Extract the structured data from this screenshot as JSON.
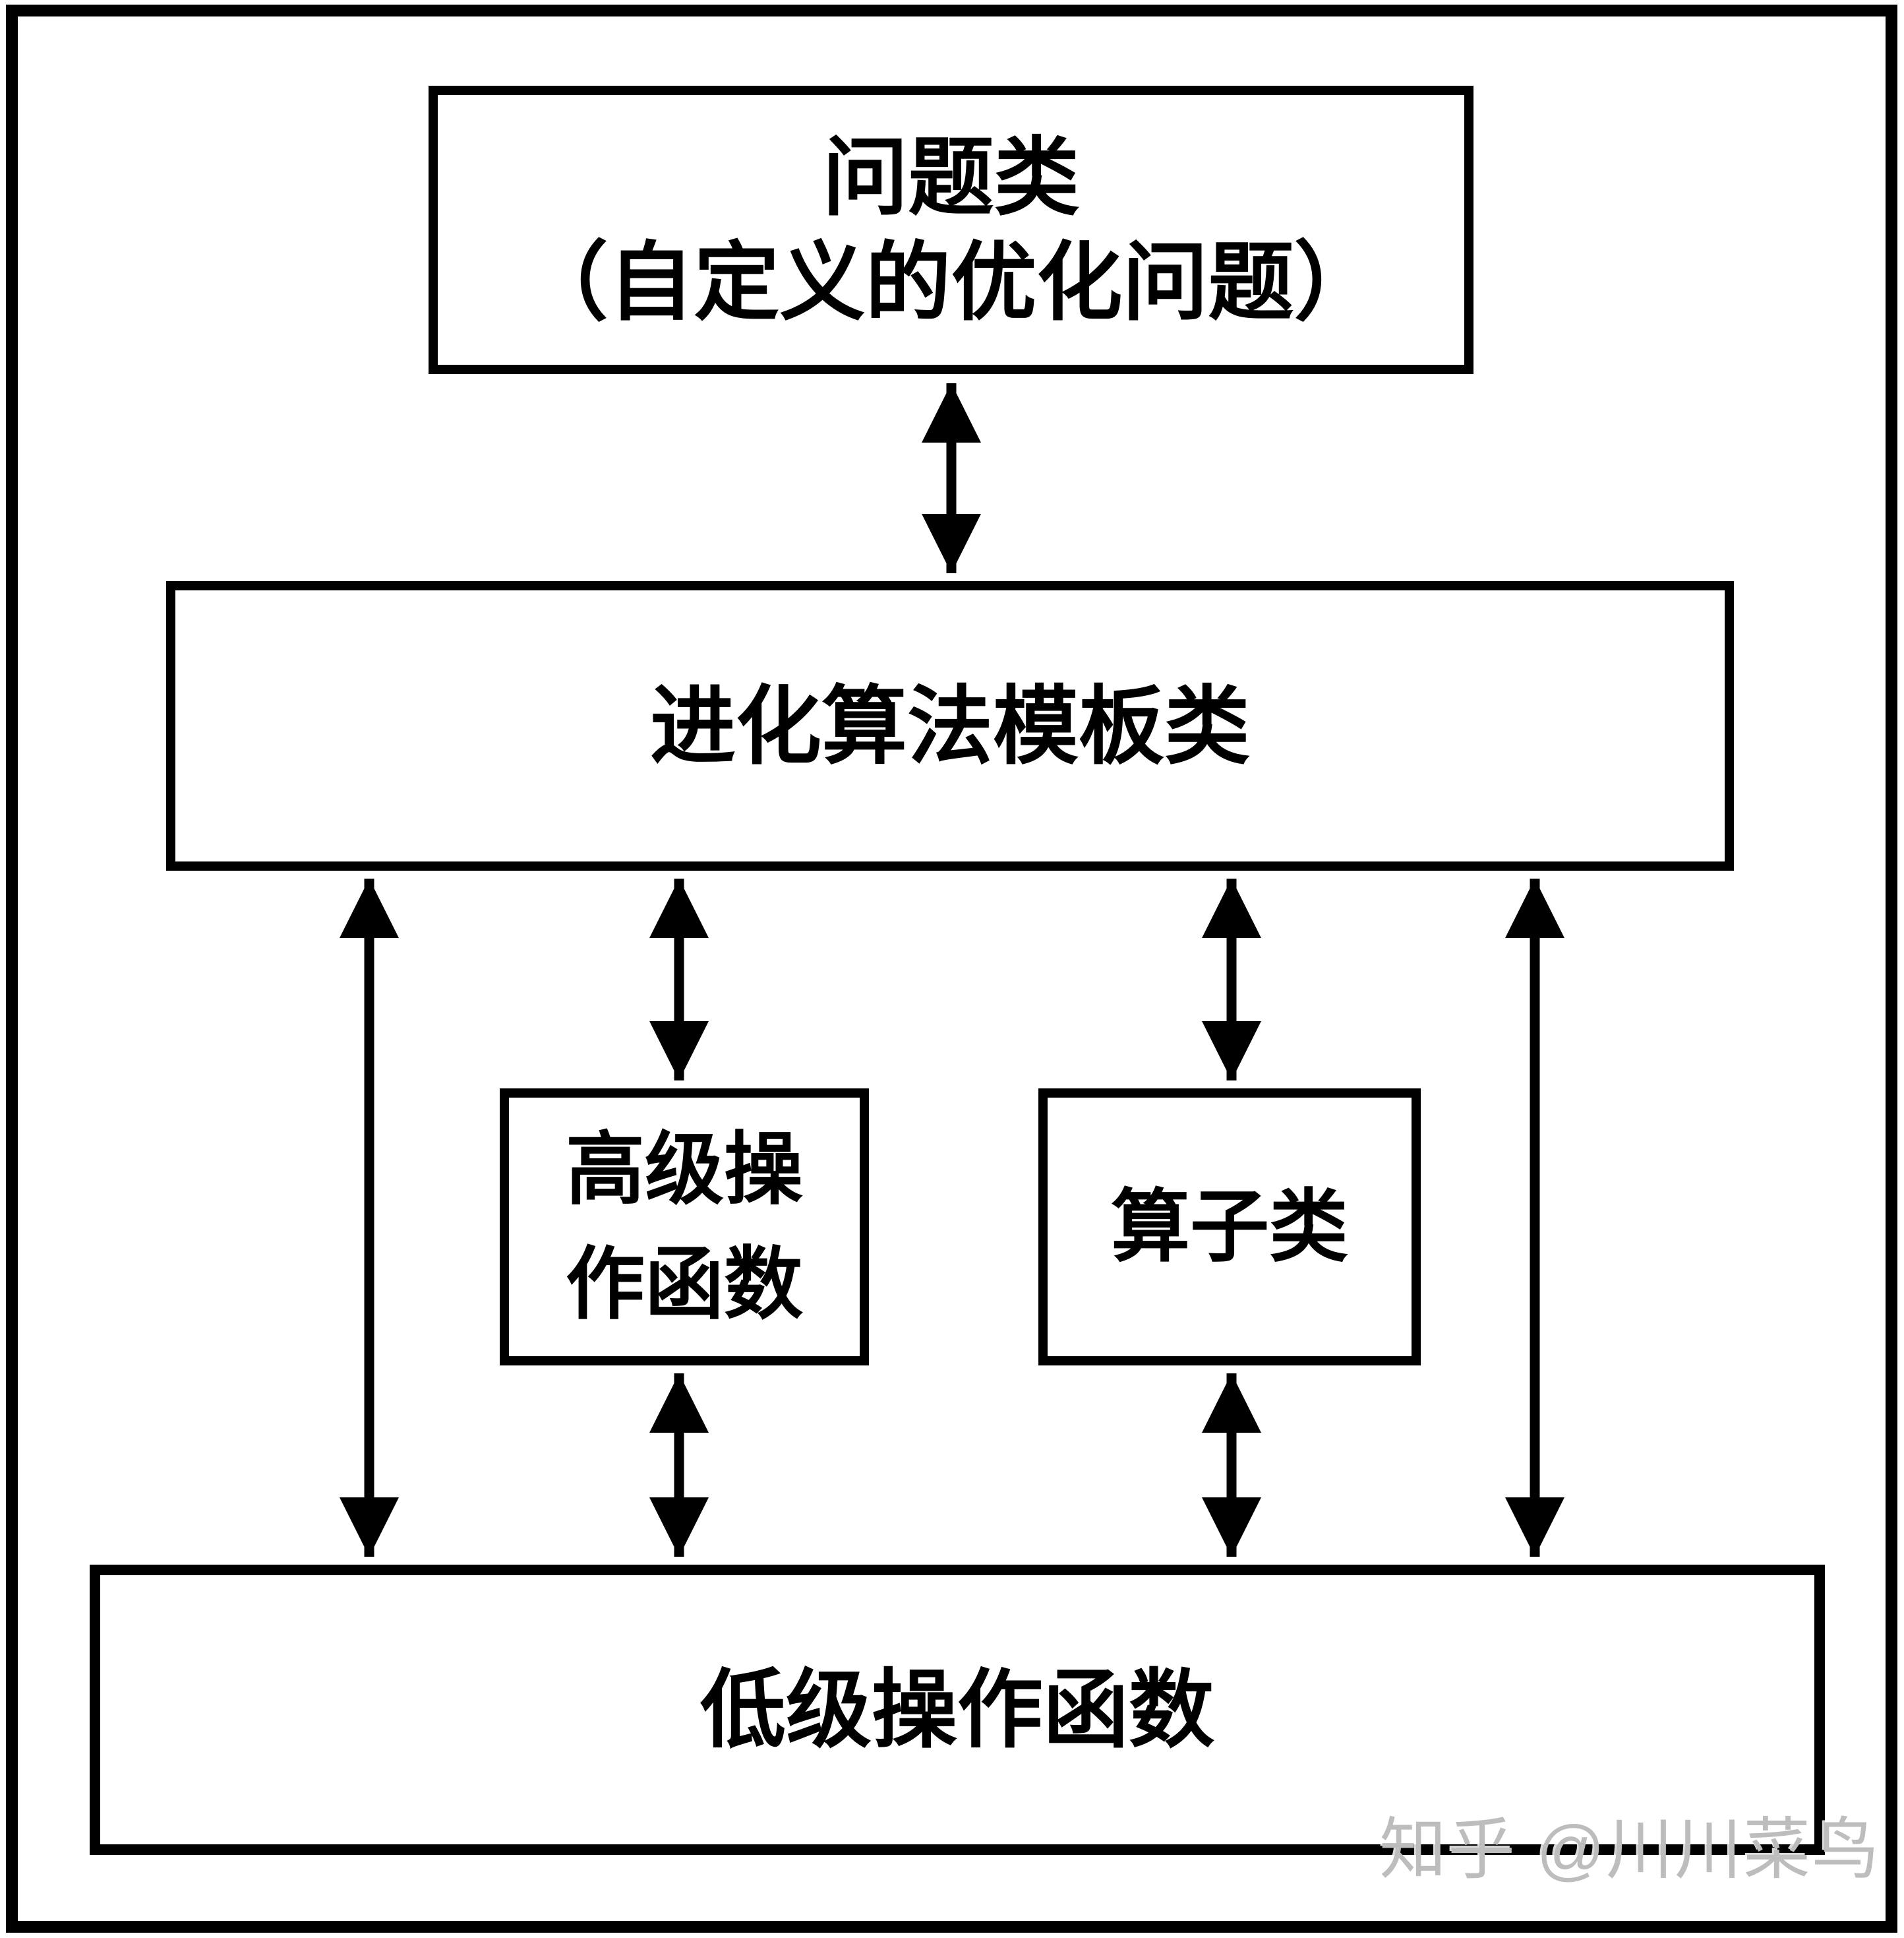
{
  "diagram": {
    "title_hint": "evolutionary-algorithm-library-architecture",
    "background_color": "#ffffff",
    "stroke_color": "#000000",
    "boxes": {
      "problem_class": {
        "lines": [
          "问题类",
          "（自定义的优化问题）"
        ]
      },
      "ea_template_class": {
        "label": "进化算法模板类"
      },
      "high_level_ops": {
        "lines": [
          "高级操",
          "作函数"
        ]
      },
      "operator_class": {
        "label": "算子类"
      },
      "low_level_ops": {
        "label": "低级操作函数"
      }
    },
    "arrows": [
      {
        "from": "problem_class",
        "to": "ea_template_class",
        "style": "double-headed"
      },
      {
        "from": "ea_template_class",
        "to": "low_level_ops",
        "style": "double-headed",
        "side": "far-left"
      },
      {
        "from": "ea_template_class",
        "to": "high_level_ops",
        "style": "double-headed"
      },
      {
        "from": "ea_template_class",
        "to": "operator_class",
        "style": "double-headed"
      },
      {
        "from": "ea_template_class",
        "to": "low_level_ops",
        "style": "double-headed",
        "side": "far-right"
      },
      {
        "from": "high_level_ops",
        "to": "low_level_ops",
        "style": "double-headed"
      },
      {
        "from": "operator_class",
        "to": "low_level_ops",
        "style": "double-headed"
      }
    ],
    "watermark": {
      "text": "知乎 @川川菜鸟",
      "color": "#bdbdbd"
    }
  }
}
